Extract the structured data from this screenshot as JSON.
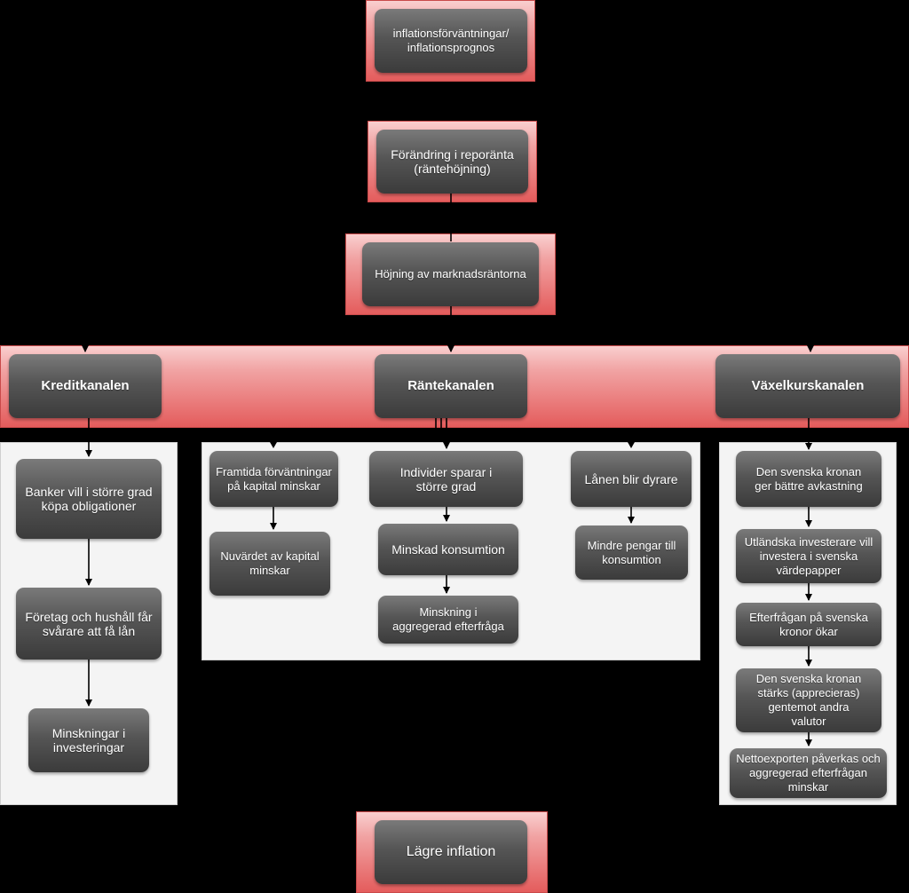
{
  "nodes": {
    "inflation_expectations": "inflationsförväntningar/\ninflationsprognos",
    "repo_rate_change": "Förändring i reporänta\n(räntehöjning)",
    "market_rates_rise": "Höjning av marknadsräntorna",
    "credit_channel": "Kreditkanalen",
    "interest_channel": "Räntekanalen",
    "exchange_channel": "Växelkurskanalen",
    "banks_buy_bonds": "Banker vill i större grad\nköpa obligationer",
    "harder_loans": "Företag och hushåll får\nsvårare att få lån",
    "investment_decrease": "Minskningar i\ninvesteringar",
    "future_capital_expectations": "Framtida förväntningar\npå kapital minskar",
    "present_value_decrease": "Nuvärdet av kapital\nminskar",
    "individuals_save": "Individer sparar i\nstörre grad",
    "reduced_consumption": "Minskad konsumtion",
    "aggregate_demand_decrease": "Minskning i\naggregerad efterfråga",
    "loans_expensive": "Lånen blir dyrare",
    "less_money_consumption": "Mindre pengar till\nkonsumtion",
    "krona_better_return": "Den svenska kronan\nger bättre avkastning",
    "foreign_investors": "Utländska investerare vill\ninvestera i svenska\nvärdepapper",
    "krona_demand_increase": "Efterfrågan på svenska\nkronor ökar",
    "krona_appreciates": "Den svenska kronan\nstärks (apprecieras)\ngentemot andra\nvalutor",
    "net_exports_affected": "Nettoexporten påverkas och\naggregerad efterfrågan\nminskar",
    "lower_inflation": "Lägre inflation"
  },
  "colors": {
    "band_top": "#f9cfcf",
    "band_bottom": "#e45c5c",
    "node_top": "#7a7a7a",
    "node_bottom": "#3b3b3b",
    "panel": "#f4f4f4",
    "background": "#000000"
  }
}
